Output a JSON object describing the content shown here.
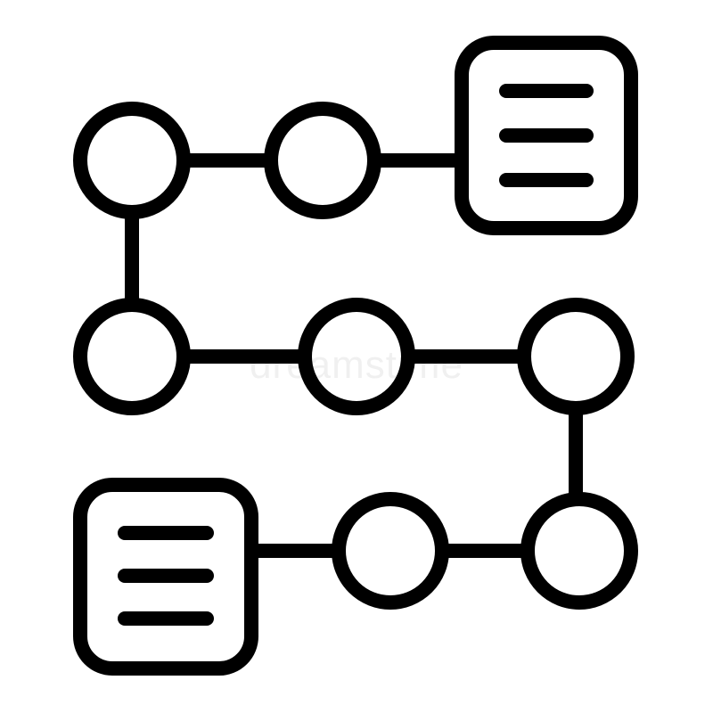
{
  "icon": {
    "name": "workflow-roadmap-icon",
    "stroke_color": "#000000",
    "fill_color": "#ffffff",
    "background": "#ffffff",
    "description_nodes": {
      "circles": 7,
      "documents": 2
    }
  },
  "watermark": {
    "text": "dreamstime"
  }
}
